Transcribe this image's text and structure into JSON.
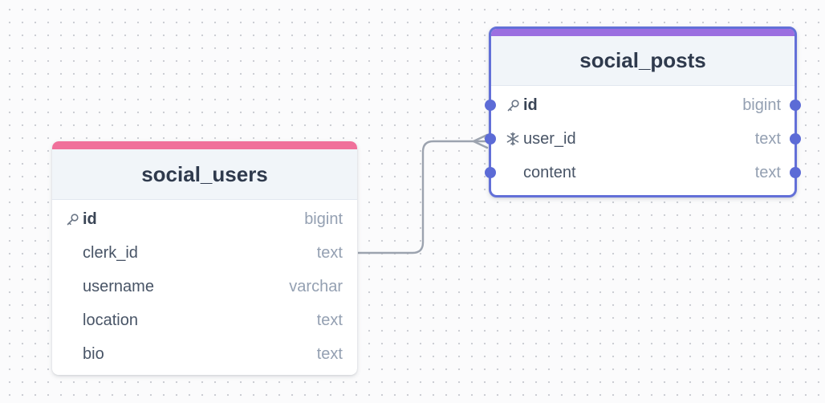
{
  "colors": {
    "users_accent": "#f0709a",
    "posts_accent": "#9b6ee0",
    "selection_border": "#6370d8",
    "handle": "#5c6bd6",
    "edge": "#9ca3af"
  },
  "tables": {
    "users": {
      "name": "social_users",
      "columns": [
        {
          "name": "id",
          "type": "bigint",
          "icon": "key-icon"
        },
        {
          "name": "clerk_id",
          "type": "text",
          "icon": ""
        },
        {
          "name": "username",
          "type": "varchar",
          "icon": ""
        },
        {
          "name": "location",
          "type": "text",
          "icon": ""
        },
        {
          "name": "bio",
          "type": "text",
          "icon": ""
        }
      ]
    },
    "posts": {
      "name": "social_posts",
      "columns": [
        {
          "name": "id",
          "type": "bigint",
          "icon": "key-icon"
        },
        {
          "name": "user_id",
          "type": "text",
          "icon": "snowflake-icon"
        },
        {
          "name": "content",
          "type": "text",
          "icon": ""
        }
      ]
    }
  },
  "relationship": {
    "from": "social_users.clerk_id",
    "to": "social_posts.user_id",
    "cardinality": "one-to-many"
  }
}
